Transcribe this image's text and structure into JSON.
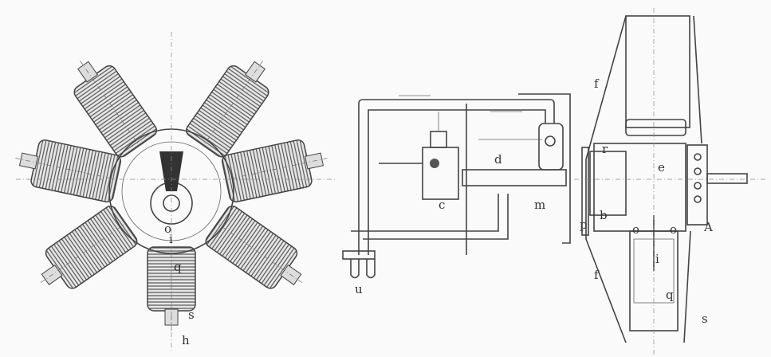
{
  "figure": {
    "left_view_labels": {
      "cylinder": "q",
      "rod": "i",
      "crank": "o",
      "spark": "s",
      "base": "h"
    },
    "right_view_labels": {
      "pump": "d",
      "carb": "c",
      "valve": "m",
      "tank": "u",
      "flange": "p",
      "shaft": "b",
      "ring": "r",
      "cyl_upper": "e",
      "bearing_l": "o",
      "bearing_r": "o",
      "mount": "A",
      "rod": "i",
      "piston": "q",
      "plug": "s",
      "frame_top": "f",
      "frame_bottom": "f"
    },
    "colors": {
      "ink": "#3a3a3a",
      "paper": "#fafafa"
    }
  }
}
